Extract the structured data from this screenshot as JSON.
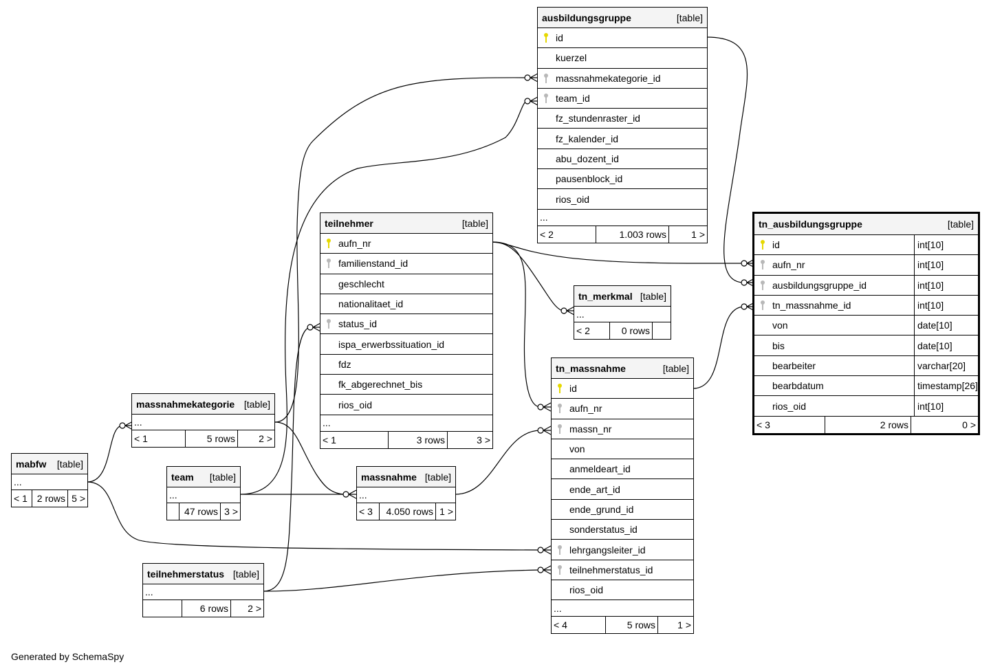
{
  "credit": "Generated by SchemaSpy",
  "table_tag": "[table]",
  "ellipsis": "...",
  "colors": {
    "primary_key": "#e6d800",
    "foreign_key": "#b8b8b8",
    "header_bg": "#f4f4f4",
    "line": "#000000"
  },
  "tables": {
    "ausbildungsgruppe": {
      "name": "ausbildungsgruppe",
      "columns": [
        {
          "name": "id",
          "key": "pk"
        },
        {
          "name": "kuerzel",
          "key": ""
        },
        {
          "name": "massnahmekategorie_id",
          "key": "fk"
        },
        {
          "name": "team_id",
          "key": "fk"
        },
        {
          "name": "fz_stundenraster_id",
          "key": ""
        },
        {
          "name": "fz_kalender_id",
          "key": ""
        },
        {
          "name": "abu_dozent_id",
          "key": ""
        },
        {
          "name": "pausenblock_id",
          "key": ""
        },
        {
          "name": "rios_oid",
          "key": ""
        }
      ],
      "footer": {
        "parents": "< 2",
        "rows": "1.003 rows",
        "children": "1 >"
      }
    },
    "tn_ausbildungsgruppe": {
      "name": "tn_ausbildungsgruppe",
      "columns": [
        {
          "name": "id",
          "key": "pk",
          "type": "int[10]"
        },
        {
          "name": "aufn_nr",
          "key": "fk",
          "type": "int[10]"
        },
        {
          "name": "ausbildungsgruppe_id",
          "key": "fk",
          "type": "int[10]"
        },
        {
          "name": "tn_massnahme_id",
          "key": "fk",
          "type": "int[10]"
        },
        {
          "name": "von",
          "key": "",
          "type": "date[10]"
        },
        {
          "name": "bis",
          "key": "",
          "type": "date[10]"
        },
        {
          "name": "bearbeiter",
          "key": "",
          "type": "varchar[20]"
        },
        {
          "name": "bearbdatum",
          "key": "",
          "type": "timestamp[26]"
        },
        {
          "name": "rios_oid",
          "key": "",
          "type": "int[10]"
        }
      ],
      "footer": {
        "parents": "< 3",
        "rows": "2 rows",
        "children": "0 >"
      }
    },
    "teilnehmer": {
      "name": "teilnehmer",
      "columns": [
        {
          "name": "aufn_nr",
          "key": "pk"
        },
        {
          "name": "familienstand_id",
          "key": "fk"
        },
        {
          "name": "geschlecht",
          "key": ""
        },
        {
          "name": "nationalitaet_id",
          "key": ""
        },
        {
          "name": "status_id",
          "key": "fk"
        },
        {
          "name": "ispa_erwerbssituation_id",
          "key": ""
        },
        {
          "name": "fdz",
          "key": ""
        },
        {
          "name": "fk_abgerechnet_bis",
          "key": ""
        },
        {
          "name": "rios_oid",
          "key": ""
        }
      ],
      "footer": {
        "parents": "< 1",
        "rows": "3 rows",
        "children": "3 >"
      }
    },
    "tn_merkmal": {
      "name": "tn_merkmal",
      "footer": {
        "parents": "< 2",
        "rows": "0 rows",
        "children": ""
      }
    },
    "tn_massnahme": {
      "name": "tn_massnahme",
      "columns": [
        {
          "name": "id",
          "key": "pk"
        },
        {
          "name": "aufn_nr",
          "key": "fk"
        },
        {
          "name": "massn_nr",
          "key": "fk"
        },
        {
          "name": "von",
          "key": ""
        },
        {
          "name": "anmeldeart_id",
          "key": ""
        },
        {
          "name": "ende_art_id",
          "key": ""
        },
        {
          "name": "ende_grund_id",
          "key": ""
        },
        {
          "name": "sonderstatus_id",
          "key": ""
        },
        {
          "name": "lehrgangsleiter_id",
          "key": "fk"
        },
        {
          "name": "teilnehmerstatus_id",
          "key": "fk"
        },
        {
          "name": "rios_oid",
          "key": ""
        }
      ],
      "footer": {
        "parents": "< 4",
        "rows": "5 rows",
        "children": "1 >"
      }
    },
    "massnahmekategorie": {
      "name": "massnahmekategorie",
      "footer": {
        "parents": "< 1",
        "rows": "5 rows",
        "children": "2 >"
      }
    },
    "mabfw": {
      "name": "mabfw",
      "footer": {
        "parents": "< 1",
        "rows": "2 rows",
        "children": "5 >"
      }
    },
    "team": {
      "name": "team",
      "footer": {
        "parents": "",
        "rows": "47 rows",
        "children": "3 >"
      }
    },
    "massnahme": {
      "name": "massnahme",
      "footer": {
        "parents": "< 3",
        "rows": "4.050 rows",
        "children": "1 >"
      }
    },
    "teilnehmerstatus": {
      "name": "teilnehmerstatus",
      "footer": {
        "parents": "",
        "rows": "6 rows",
        "children": "2 >"
      }
    }
  },
  "relationships": [
    {
      "from": "ausbildungsgruppe.id",
      "to": "tn_ausbildungsgruppe.ausbildungsgruppe_id"
    },
    {
      "from": "teilnehmer.aufn_nr",
      "to": "tn_ausbildungsgruppe.aufn_nr"
    },
    {
      "from": "tn_massnahme.id",
      "to": "tn_ausbildungsgruppe.tn_massnahme_id"
    },
    {
      "from": "teilnehmer.aufn_nr",
      "to": "tn_merkmal"
    },
    {
      "from": "teilnehmer.aufn_nr",
      "to": "tn_massnahme.aufn_nr"
    },
    {
      "from": "massnahme",
      "to": "tn_massnahme.massn_nr"
    },
    {
      "from": "massnahmekategorie",
      "to": "ausbildungsgruppe.massnahmekategorie_id"
    },
    {
      "from": "team",
      "to": "ausbildungsgruppe.team_id"
    },
    {
      "from": "teilnehmerstatus",
      "to": "teilnehmer.status_id"
    },
    {
      "from": "mabfw",
      "to": "massnahmekategorie"
    },
    {
      "from": "mabfw",
      "to": "tn_massnahme.lehrgangsleiter_id"
    },
    {
      "from": "massnahmekategorie",
      "to": "massnahme"
    },
    {
      "from": "team",
      "to": "massnahme"
    },
    {
      "from": "teilnehmerstatus",
      "to": "tn_massnahme.teilnehmerstatus_id"
    }
  ]
}
